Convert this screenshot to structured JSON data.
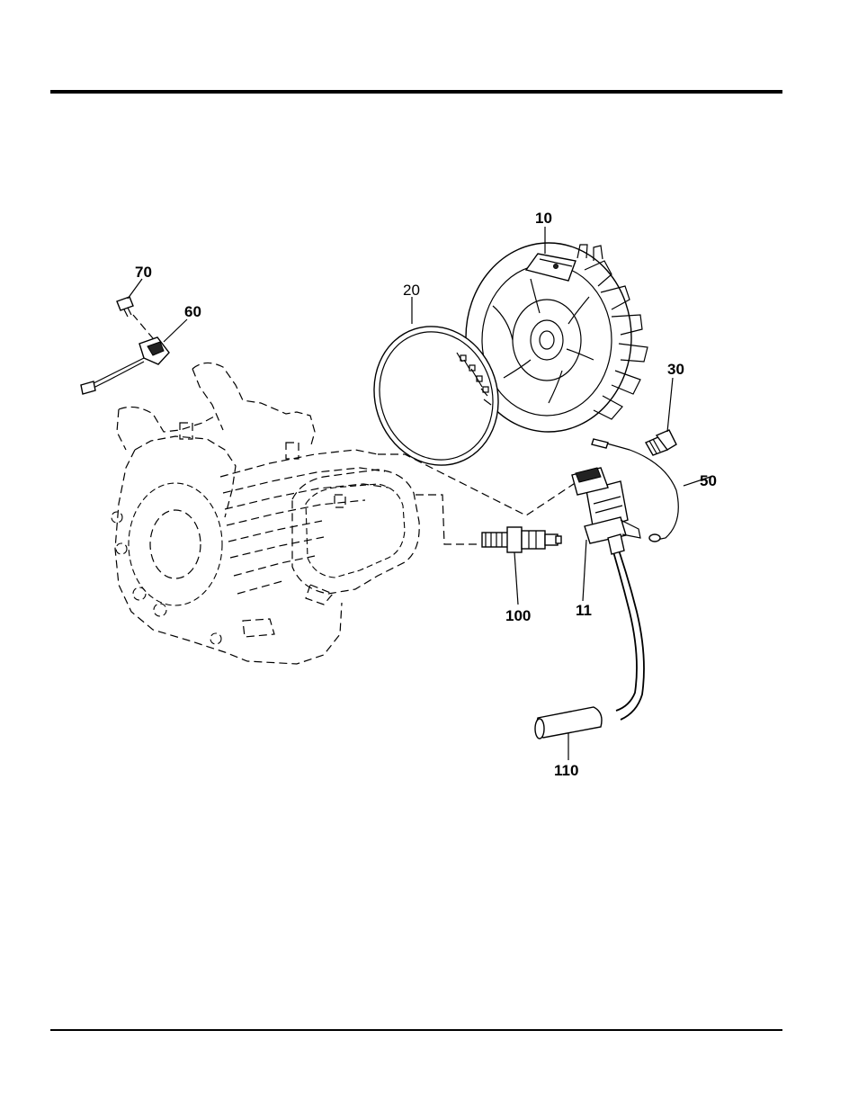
{
  "callouts": {
    "p10": "10",
    "p20": "20",
    "p30": "30",
    "p50": "50",
    "p60": "60",
    "p70": "70",
    "p100": "100",
    "p11": "11",
    "p110": "110"
  }
}
